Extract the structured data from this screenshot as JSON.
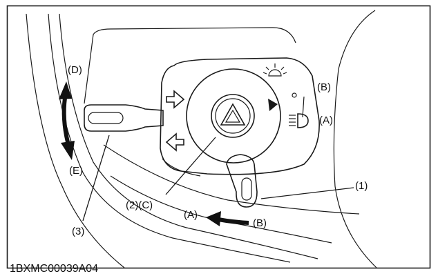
{
  "labels": {
    "d": "(D)",
    "e": "(E)",
    "b_right": "(B)",
    "a_right": "(A)",
    "one": "(1)",
    "two_c": "(2)(C)",
    "a_bottom": "(A)",
    "b_bottom": "(B)",
    "three": "(3)"
  },
  "figure_code": "1BXMC00039A04",
  "icons": {
    "turn_right": "arrow-right-outline-icon",
    "turn_left": "arrow-left-outline-icon",
    "hazard": "hazard-triangle-icon",
    "work_light": "sun-light-icon",
    "headlight": "headlight-icon"
  },
  "colors": {
    "ink": "#1a1a1a",
    "background": "#ffffff"
  }
}
